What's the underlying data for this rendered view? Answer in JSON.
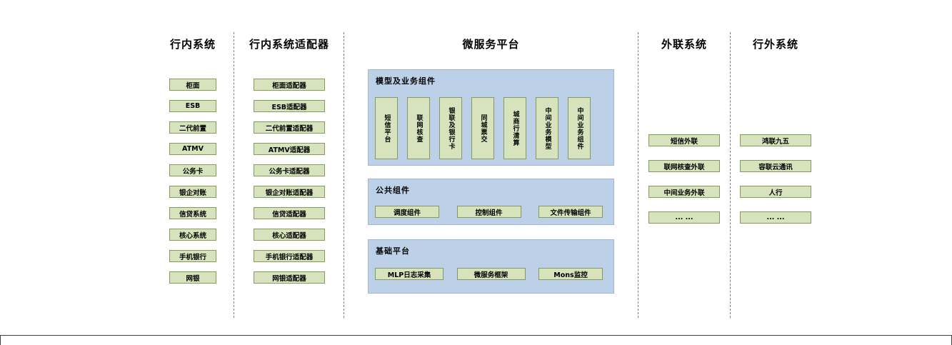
{
  "diagram": {
    "col1": {
      "title": "行内系统",
      "items": [
        "柜面",
        "ESB",
        "二代前置",
        "ATMV",
        "公务卡",
        "银企对账",
        "信贷系统",
        "核心系统",
        "手机银行",
        "网银"
      ]
    },
    "col2": {
      "title": "行内系统适配器",
      "items": [
        "柜面适配器",
        "ESB适配器",
        "二代前置适配器",
        "ATMV适配器",
        "公务卡适配器",
        "银企对账适配器",
        "信贷适配器",
        "核心适配器",
        "手机银行适配器",
        "网银适配器"
      ]
    },
    "col3": {
      "title": "微服务平台",
      "panel_model": {
        "title": "模型及业务组件",
        "items": [
          "短信平台",
          "联网核查",
          "银联及银行卡",
          "同城票交",
          "城商行清算",
          "中间业务模型",
          "中间业务组件"
        ]
      },
      "panel_common": {
        "title": "公共组件",
        "items": [
          "调度组件",
          "控制组件",
          "文件传输组件"
        ]
      },
      "panel_base": {
        "title": "基础平台",
        "items": [
          "MLP日志采集",
          "微服务框架",
          "Mons监控"
        ]
      }
    },
    "col4": {
      "title": "外联系统",
      "items": [
        "短信外联",
        "联网核查外联",
        "中间业务外联",
        "... ..."
      ]
    },
    "col5": {
      "title": "行外系统",
      "items": [
        "鸿联九五",
        "容联云通讯",
        "人行",
        "... ..."
      ]
    }
  },
  "colors": {
    "box_fill": "#d6e3bc",
    "box_border": "#87995f",
    "panel_fill": "#bcd0e8",
    "separator": "#7f7f7f"
  }
}
